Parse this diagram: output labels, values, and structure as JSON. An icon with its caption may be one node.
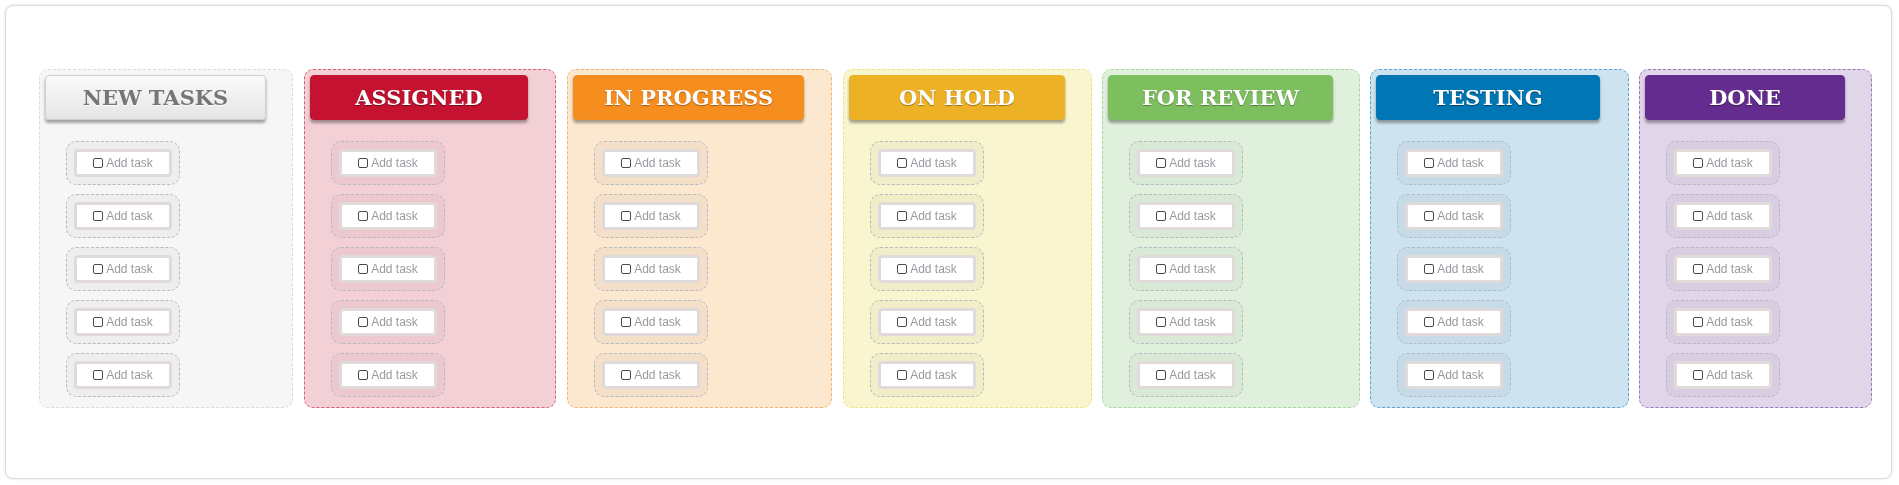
{
  "diagram": {
    "nodes": [
      {
        "text": [
          "NEW TASKS"
        ]
      },
      {
        "text": [
          "Add task"
        ],
        "in": 0
      },
      {
        "text": [
          "Add task"
        ],
        "in": 0
      },
      {
        "text": [
          "Add task"
        ],
        "in": 0
      },
      {
        "text": [
          "Add task"
        ],
        "in": 0
      },
      {
        "text": [
          "Add task"
        ],
        "in": 0
      },
      {
        "text": [
          "ASSIGNED"
        ]
      },
      {
        "text": [
          "Add task"
        ],
        "in": 6
      },
      {
        "text": [
          "Add task"
        ],
        "in": 6
      },
      {
        "text": [
          "Add task"
        ],
        "in": 6
      },
      {
        "text": [
          "Add task"
        ],
        "in": 6
      },
      {
        "text": [
          "Add task"
        ],
        "in": 6
      },
      {
        "text": [
          "IN PROGRESS"
        ]
      },
      {
        "text": [
          "Add task"
        ],
        "in": 12
      },
      {
        "text": [
          "Add task"
        ],
        "in": 12
      },
      {
        "text": [
          "Add task"
        ],
        "in": 12
      },
      {
        "text": [
          "Add task"
        ],
        "in": 12
      },
      {
        "text": [
          "Add task"
        ],
        "in": 12
      },
      {
        "text": [
          "ON HOLD"
        ]
      },
      {
        "text": [
          "Add task"
        ],
        "in": 18
      },
      {
        "text": [
          "Add task"
        ],
        "in": 18
      },
      {
        "text": [
          "Add task"
        ],
        "in": 18
      },
      {
        "text": [
          "Add task"
        ],
        "in": 18
      },
      {
        "text": [
          "Add task"
        ],
        "in": 18
      },
      {
        "text": [
          "FOR REVIEW"
        ]
      },
      {
        "text": [
          "Add task"
        ],
        "in": 24
      },
      {
        "text": [
          "Add task"
        ],
        "in": 24
      },
      {
        "text": [
          "Add task"
        ],
        "in": 24
      },
      {
        "text": [
          "Add task"
        ],
        "in": 24
      },
      {
        "text": [
          "Add task"
        ],
        "in": 24
      },
      {
        "text": [
          "TESTING"
        ]
      },
      {
        "text": [
          "Add task"
        ],
        "in": 30
      },
      {
        "text": [
          "Add task"
        ],
        "in": 30
      },
      {
        "text": [
          "Add task"
        ],
        "in": 30
      },
      {
        "text": [
          "Add task"
        ],
        "in": 30
      },
      {
        "text": [
          "Add task"
        ],
        "in": 30
      },
      {
        "text": [
          "DONE"
        ]
      },
      {
        "text": [
          "Add task"
        ],
        "in": 36
      },
      {
        "text": [
          "Add task"
        ],
        "in": 36
      },
      {
        "text": [
          "Add task"
        ],
        "in": 36
      },
      {
        "text": [
          "Add task"
        ],
        "in": 36
      },
      {
        "text": [
          "Add task"
        ],
        "in": 36
      }
    ]
  }
}
